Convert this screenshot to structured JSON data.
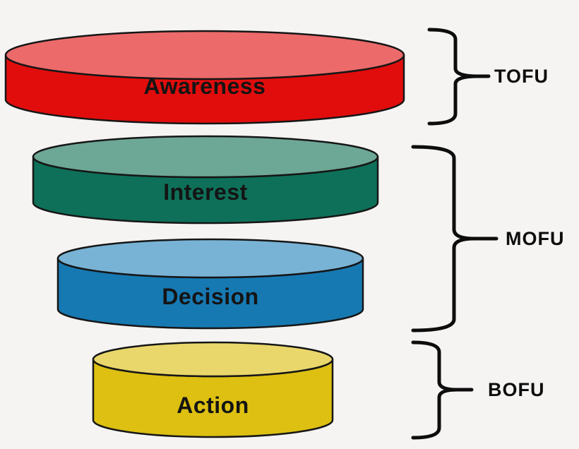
{
  "background_color": "#f5f4f3",
  "outline_color": "#161616",
  "text_color": "#141414",
  "funnel": {
    "stages": [
      {
        "label": "Awareness",
        "body_color": "#e10d0d",
        "top_color": "#ed6a6a"
      },
      {
        "label": "Interest",
        "body_color": "#0e7058",
        "top_color": "#6da795"
      },
      {
        "label": "Decision",
        "body_color": "#1779b2",
        "top_color": "#78b3d6"
      },
      {
        "label": "Action",
        "body_color": "#ddc011",
        "top_color": "#e9d76b"
      }
    ]
  },
  "brackets": [
    {
      "label": "TOFU"
    },
    {
      "label": "MOFU"
    },
    {
      "label": "BOFU"
    }
  ]
}
